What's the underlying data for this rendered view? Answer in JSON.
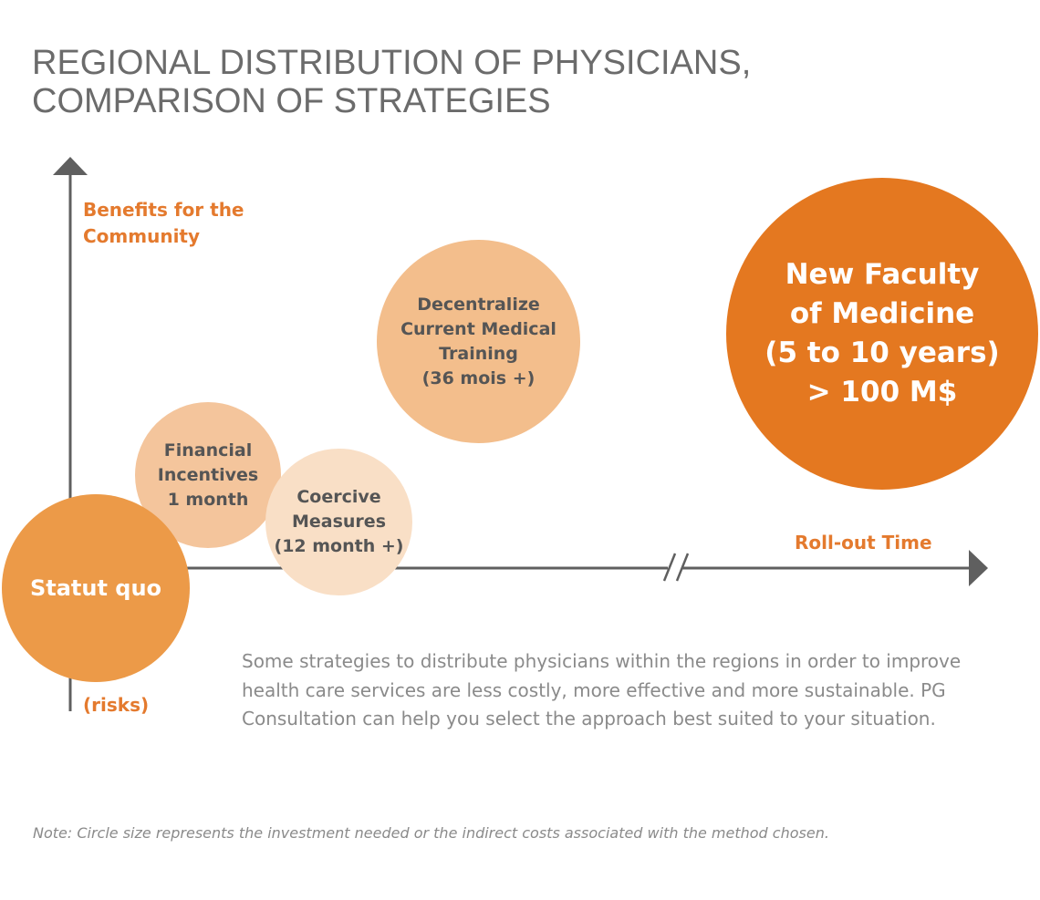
{
  "title": {
    "line1": "REGIONAL DISTRIBUTION OF PHYSICIANS,",
    "line2": "COMPARISON OF STRATEGIES"
  },
  "axes": {
    "y_label_line1": "Benefits for the",
    "y_label_line2": "Community",
    "y_bottom_label": "(risks)",
    "x_label": "Roll-out Time"
  },
  "bubbles": {
    "statut_quo": {
      "line1": "Statut quo"
    },
    "financial": {
      "line1": "Financial",
      "line2": "Incentives",
      "line3": "1 month"
    },
    "coercive": {
      "line1": "Coercive",
      "line2": "Measures",
      "line3": "(12 month +)"
    },
    "decentralize": {
      "line1": "Decentralize",
      "line2": "Current Medical",
      "line3": "Training",
      "line4": "(36 mois +)"
    },
    "faculty": {
      "line1": "New Faculty",
      "line2": "of Medicine",
      "line3": "(5 to 10 years)",
      "line4": "> 100 M$"
    }
  },
  "description": "Some strategies to distribute physicians within the regions in order to improve health care services are less costly, more effective and more sustainable.  PG Consultation can help you select the approach best suited to your situation.",
  "note": "Note:  Circle size represents the investment needed or the indirect costs associated with the method chosen.",
  "colors": {
    "accent_orange": "#e47820",
    "axis_gray": "#5f5f5f",
    "text_gray": "#8a8a8a"
  }
}
